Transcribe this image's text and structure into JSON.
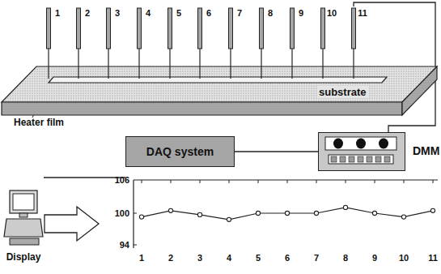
{
  "diagram": {
    "nodes": [
      {
        "text": [
          "substrate"
        ]
      },
      {
        "text": [
          "DAQ system"
        ]
      },
      {
        "text": [
          "DMM"
        ]
      },
      {
        "text": [
          "Display"
        ]
      }
    ],
    "edges": [
      {
        "from": 2,
        "to": 1,
        "arrow": "none"
      },
      {
        "from": 1,
        "to": 3,
        "arrow": "none"
      }
    ],
    "labels": [
      "Heater film",
      "1",
      "2",
      "3",
      "4",
      "5",
      "6",
      "7",
      "8",
      "9",
      "10",
      "11",
      "106",
      "100",
      "94",
      "1",
      "2",
      "3",
      "4",
      "5",
      "6",
      "7",
      "8",
      "9",
      "10",
      "11"
    ]
  }
}
